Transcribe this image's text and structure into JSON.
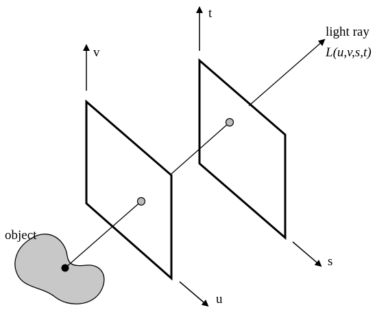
{
  "labels": {
    "object": "object",
    "u_axis": "u",
    "v_axis": "v",
    "s_axis": "s",
    "t_axis": "t",
    "light_ray": "light ray",
    "light_ray_function": "L(u,v,s,t)"
  },
  "colors": {
    "stroke": "#000000",
    "object_fill": "#c8c8c8",
    "point_fill": "#bdbdbd",
    "background": "#ffffff"
  }
}
